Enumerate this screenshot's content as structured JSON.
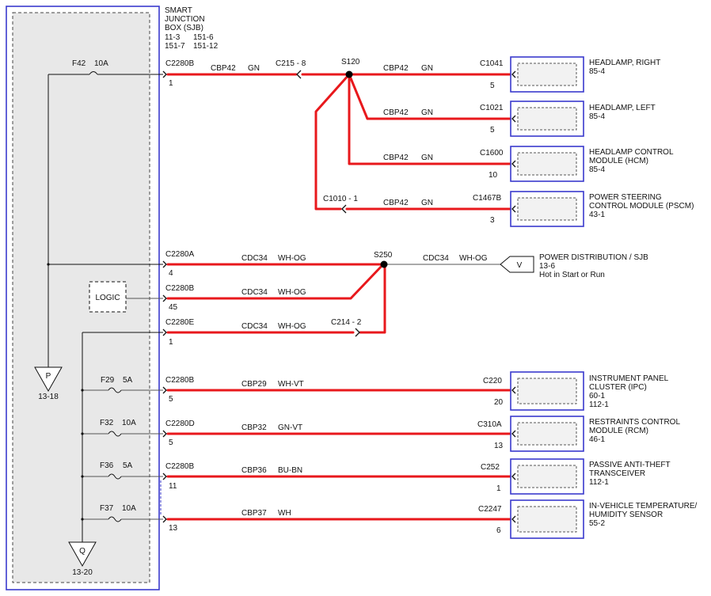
{
  "sjb": {
    "title_lines": [
      "SMART",
      "JUNCTION",
      "BOX (SJB)"
    ],
    "refs": [
      "11-3",
      "151-6",
      "151-7",
      "151-12"
    ],
    "logic_label": "LOGIC"
  },
  "fuses": {
    "f42": {
      "id": "F42",
      "rating": "10A"
    },
    "f29": {
      "id": "F29",
      "rating": "5A"
    },
    "f32": {
      "id": "F32",
      "rating": "10A"
    },
    "f36": {
      "id": "F36",
      "rating": "5A"
    },
    "f37": {
      "id": "F37",
      "rating": "10A"
    }
  },
  "offpage": {
    "p": {
      "letter": "P",
      "ref": "13-18"
    },
    "q": {
      "letter": "Q",
      "ref": "13-20"
    },
    "v": {
      "letter": "V",
      "lines": [
        "POWER DISTRIBUTION / SJB",
        "13-6",
        "Hot in Start or Run"
      ]
    }
  },
  "sjb_connectors": {
    "c1": {
      "name": "C2280B",
      "pin": "1"
    },
    "c2": {
      "name": "C2280A",
      "pin": "4"
    },
    "c3": {
      "name": "C2280B",
      "pin": "45"
    },
    "c4": {
      "name": "C2280E",
      "pin": "1"
    },
    "c5": {
      "name": "C2280B",
      "pin": "5"
    },
    "c6": {
      "name": "C2280D",
      "pin": "5"
    },
    "c7": {
      "name": "C2280B",
      "pin": "11"
    },
    "c8": {
      "pin": "13"
    }
  },
  "splices": {
    "s120": "S120",
    "s250": "S250"
  },
  "inline_connectors": {
    "c215": "C215 - 8",
    "c1010": "C1010 - 1",
    "c214": "C214 - 2"
  },
  "circuits": {
    "cbp42": {
      "name": "CBP42",
      "color": "GN"
    },
    "cdc34": {
      "name": "CDC34",
      "color": "WH-OG"
    },
    "cbp29": {
      "name": "CBP29",
      "color": "WH-VT"
    },
    "cbp32": {
      "name": "CBP32",
      "color": "GN-VT"
    },
    "cbp36": {
      "name": "CBP36",
      "color": "BU-BN"
    },
    "cbp37": {
      "name": "CBP37",
      "color": "WH"
    }
  },
  "components": {
    "hl_right": {
      "connector": "C1041",
      "pin": "5",
      "lines": [
        "HEADLAMP, RIGHT",
        "85-4"
      ]
    },
    "hl_left": {
      "connector": "C1021",
      "pin": "5",
      "lines": [
        "HEADLAMP, LEFT",
        "85-4"
      ]
    },
    "hcm": {
      "connector": "C1600",
      "pin": "10",
      "lines": [
        "HEADLAMP CONTROL",
        "MODULE (HCM)",
        "85-4"
      ]
    },
    "pscm": {
      "connector": "C1467B",
      "pin": "3",
      "lines": [
        "POWER STEERING",
        "CONTROL MODULE (PSCM)",
        "43-1"
      ]
    },
    "ipc": {
      "connector": "C220",
      "pin": "20",
      "lines": [
        "INSTRUMENT PANEL",
        "CLUSTER (IPC)",
        "60-1",
        "112-1"
      ]
    },
    "rcm": {
      "connector": "C310A",
      "pin": "13",
      "lines": [
        "RESTRAINTS CONTROL",
        "MODULE (RCM)",
        "46-1"
      ]
    },
    "pats": {
      "connector": "C252",
      "pin": "1",
      "lines": [
        "PASSIVE ANTI-THEFT",
        "TRANSCEIVER",
        "112-1"
      ]
    },
    "ivts": {
      "connector": "C2247",
      "pin": "6",
      "lines": [
        "IN-VEHICLE TEMPERATURE/",
        "HUMIDITY SENSOR",
        "55-2"
      ]
    }
  },
  "colors": {
    "wire": "#e8181c",
    "module_border": "#3a3acd",
    "sjb_border": "#3a3acd"
  }
}
